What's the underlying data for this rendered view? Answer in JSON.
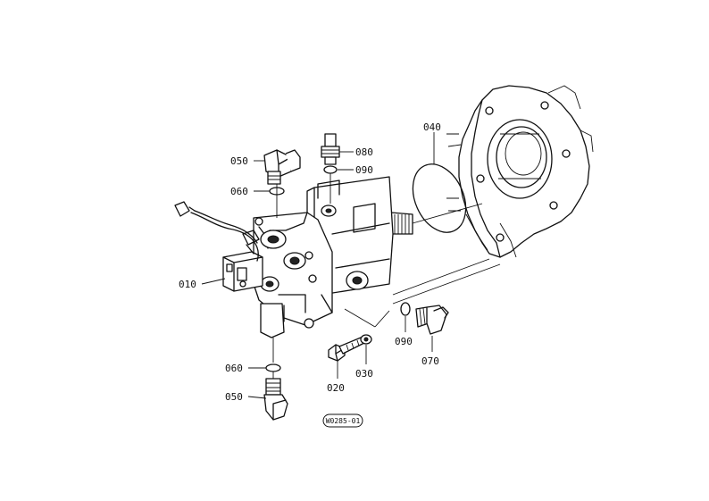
{
  "callouts": {
    "c010": "010",
    "c020": "020",
    "c030": "030",
    "c040": "040",
    "c050_top": "050",
    "c050_bottom": "050",
    "c060_top": "060",
    "c060_bottom": "060",
    "c070": "070",
    "c080": "080",
    "c090_top": "090",
    "c090_right": "090"
  },
  "figure_code": "W0285-01"
}
